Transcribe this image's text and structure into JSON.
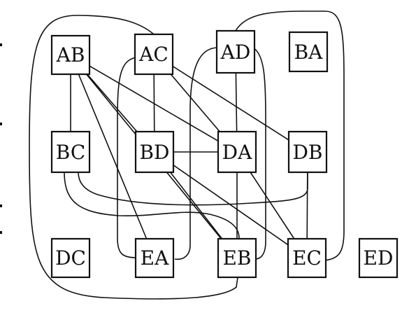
{
  "nodes": [
    {
      "id": "AB",
      "label": "AB"
    },
    {
      "id": "AC",
      "label": "AC"
    },
    {
      "id": "AD",
      "label": "AD"
    },
    {
      "id": "BA",
      "label": "BA"
    },
    {
      "id": "BC",
      "label": "BC"
    },
    {
      "id": "BD",
      "label": "BD"
    },
    {
      "id": "DA",
      "label": "DA"
    },
    {
      "id": "DB",
      "label": "DB"
    },
    {
      "id": "DC",
      "label": "DC"
    },
    {
      "id": "EA",
      "label": "EA"
    },
    {
      "id": "EB",
      "label": "EB"
    },
    {
      "id": "EC",
      "label": "EC"
    },
    {
      "id": "ED",
      "label": "ED"
    }
  ],
  "edges": [
    [
      "AB",
      "BC"
    ],
    [
      "AB",
      "BD"
    ],
    [
      "AB",
      "DA"
    ],
    [
      "AB",
      "EA"
    ],
    [
      "AB",
      "EB"
    ],
    [
      "AC",
      "BD"
    ],
    [
      "AC",
      "DA"
    ],
    [
      "AC",
      "DB"
    ],
    [
      "AD",
      "DA"
    ],
    [
      "BD",
      "DA"
    ],
    [
      "BD",
      "EB"
    ],
    [
      "BD",
      "EC"
    ],
    [
      "DA",
      "EB"
    ],
    [
      "DA",
      "EC"
    ],
    [
      "DB",
      "EC"
    ]
  ]
}
